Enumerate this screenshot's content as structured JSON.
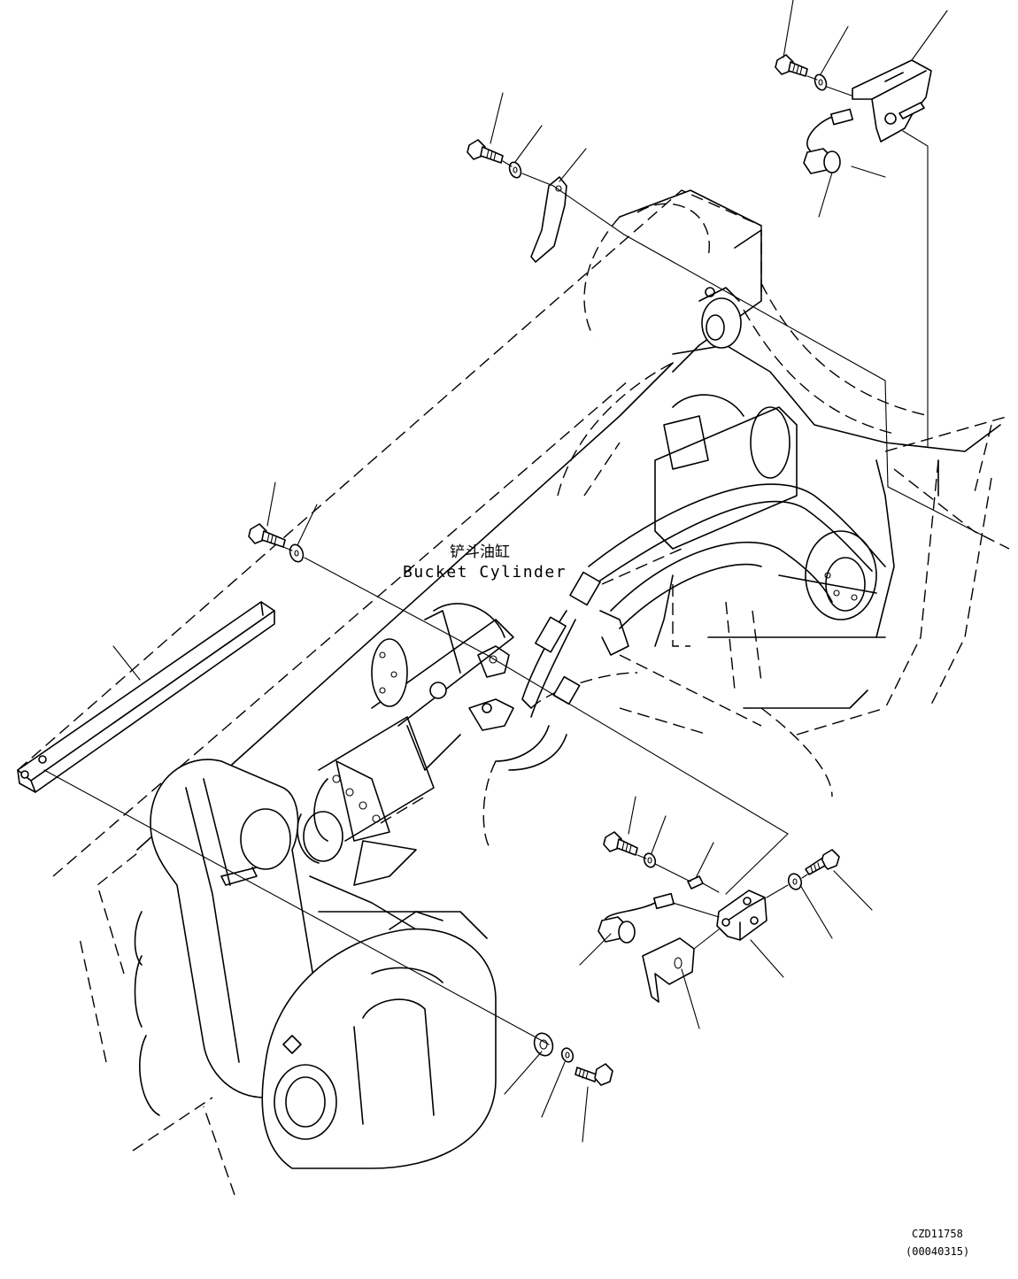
{
  "labels": {
    "bucket_cylinder_cn": "铲斗油缸",
    "bucket_cylinder_en": "Bucket Cylinder"
  },
  "drawing_code": "CZD11758",
  "drawing_revision": "(00040315)",
  "colors": {
    "line": "#000000",
    "background": "#ffffff"
  }
}
